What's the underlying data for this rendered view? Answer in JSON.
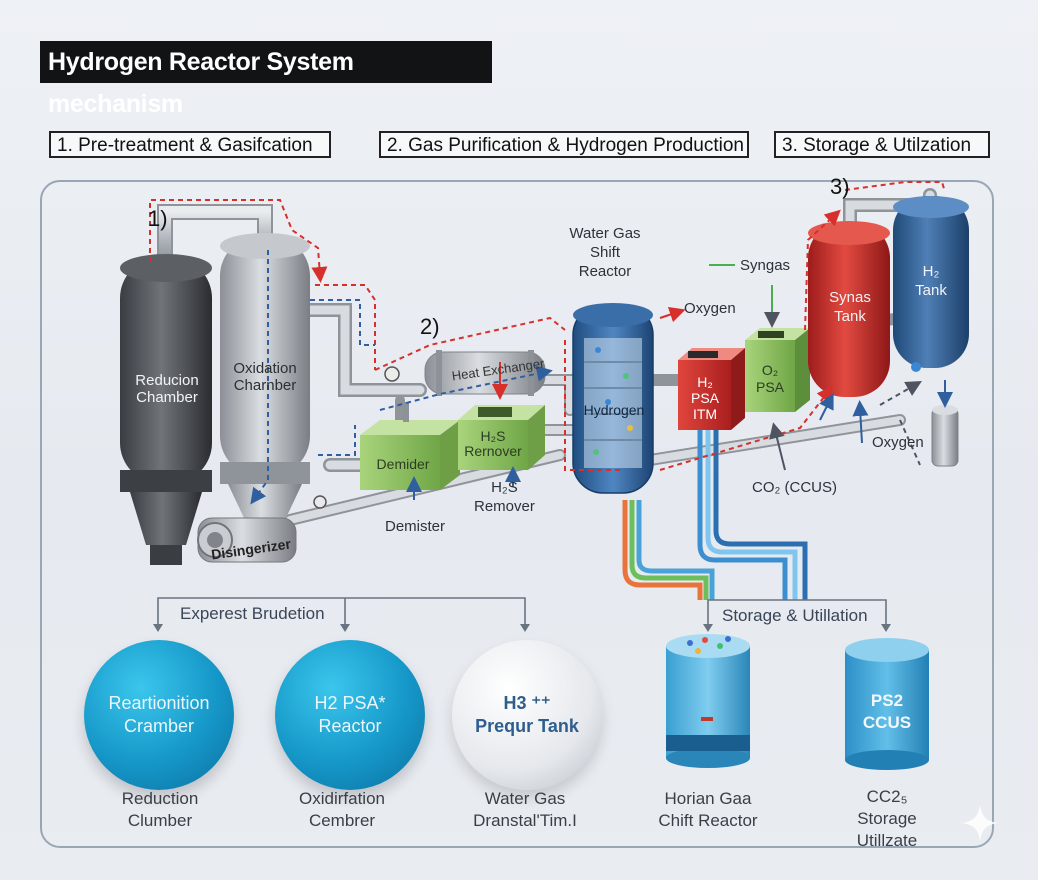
{
  "title": "Hydrogen Reactor System mechanism",
  "stages": [
    "1. Pre-treatment & Gasifcation",
    "2. Gas Purification & Hydrogen Production",
    "3. Storage & Utilzation"
  ],
  "markers": [
    "1)",
    "2)",
    "3)"
  ],
  "components": {
    "reduction_chamber": [
      "Reducion",
      "Chamber"
    ],
    "oxidation_chamber": [
      "Oxidation",
      "Charnber"
    ],
    "heat_exchanger": "Heat Exchanger",
    "demister_box": "Demider",
    "h2s_box": [
      "H₂S",
      "Rernover"
    ],
    "disingerizer": "Disingerizer",
    "water_gas_shift": [
      "Water Gas",
      "Shift",
      "Reactor"
    ],
    "hydrogen_column": "Hydrogen",
    "h2_psa_itm": [
      "H₂",
      "PSA",
      "ITM"
    ],
    "o2_psa": [
      "O₂",
      "PSA"
    ],
    "syngas_tank": [
      "Synas",
      "Tank"
    ],
    "h2_tank": [
      "H₂",
      "Tank"
    ]
  },
  "flow_labels": {
    "syngas": "Syngas",
    "oxygen_top": "Oxygen",
    "oxygen_bottom": "Oxygen",
    "co2": "CO₂ (CCUS)",
    "demister": "Demister",
    "h2s_remover": [
      "H₂S",
      "Remover"
    ]
  },
  "sections": {
    "left": "Experest Brudetion",
    "right": "Storage & Utillation"
  },
  "circles": [
    {
      "text": [
        "Reartionition",
        "Cramber"
      ],
      "caption": [
        "Reduction",
        "Clumber"
      ]
    },
    {
      "text": [
        "H2 PSA*",
        "Reactor"
      ],
      "caption": [
        "Oxidirfation",
        "Cembrer"
      ]
    },
    {
      "text": [
        "H3 ⁺⁺",
        "Prequr Tank"
      ],
      "caption": [
        "Water Gas",
        "Dranstal'Tim.I"
      ]
    }
  ],
  "cylinders": [
    {
      "text": [],
      "caption": [
        "Horian Gaa",
        "Chift Reactor"
      ]
    },
    {
      "text": [
        "PS2",
        "CCUS"
      ],
      "caption": [
        "CC2₅",
        "Storage",
        "Utillzate"
      ]
    }
  ],
  "colors": {
    "accent_red": "#d62f2c",
    "accent_blue": "#2f5f9e",
    "module_green": "#8bc34a",
    "syngas_tank": "#c62828",
    "h2_tank": "#2d5f93"
  }
}
